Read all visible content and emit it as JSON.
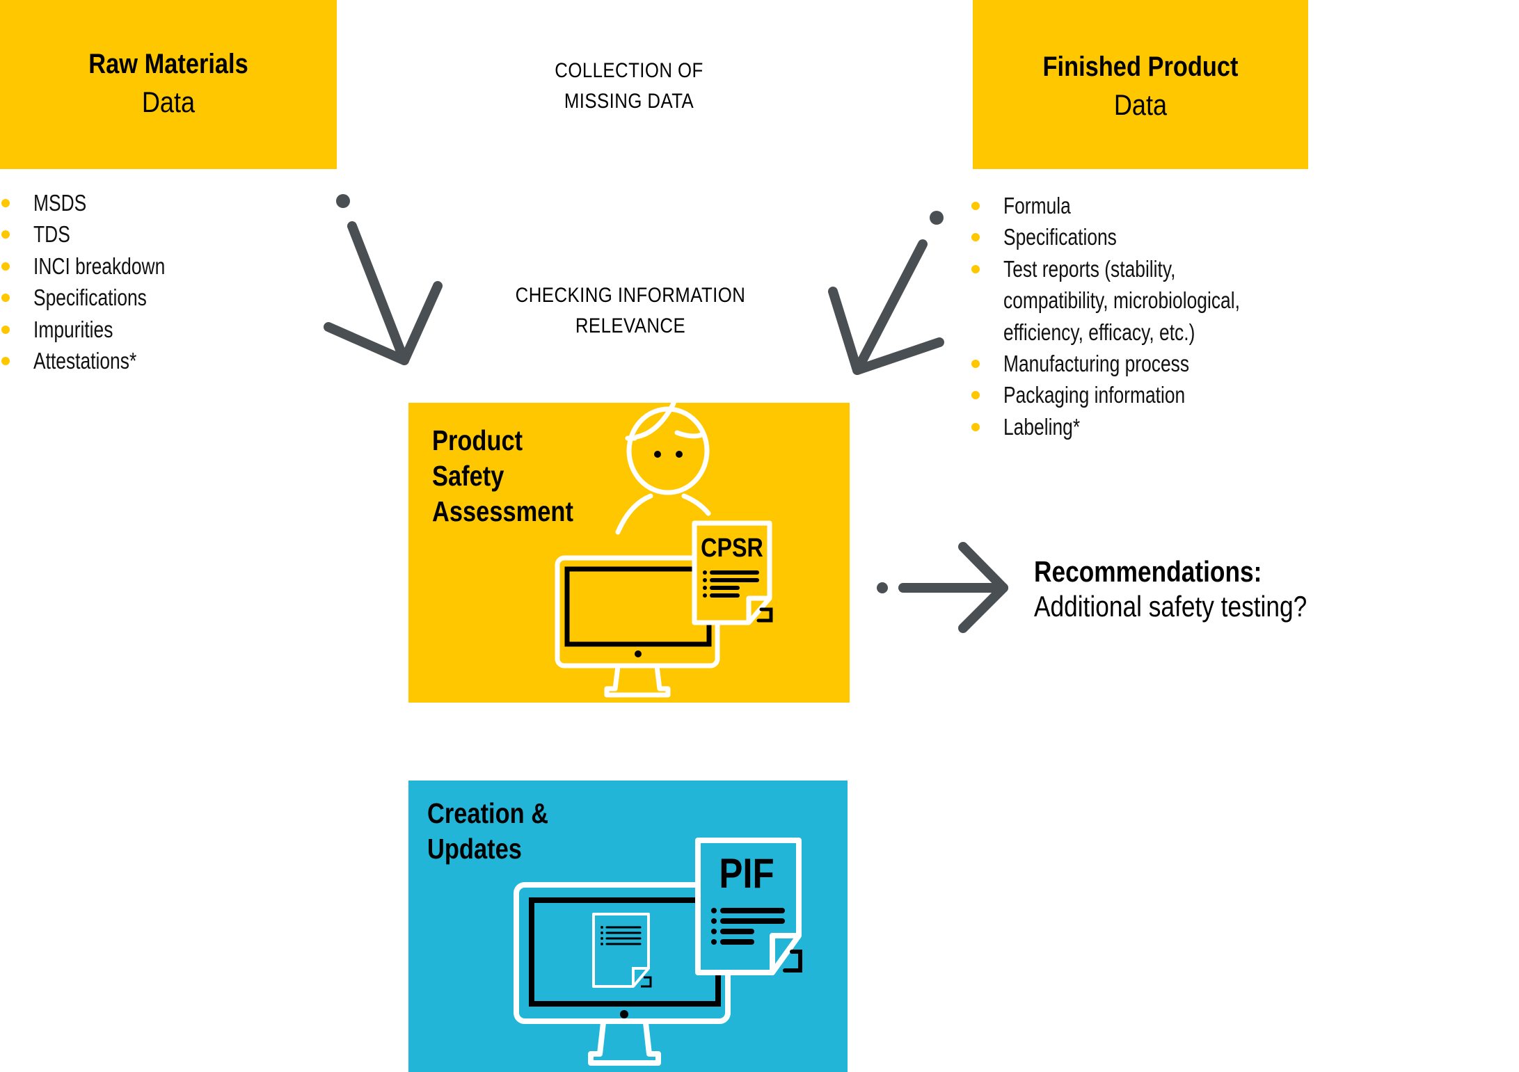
{
  "colors": {
    "yellow": "#FFC700",
    "blue": "#23B5D8",
    "arrow": "#4A4F54",
    "text": "#000000",
    "icon_line": "#FFFFFF"
  },
  "raw_materials": {
    "title_bold": "Raw Materials",
    "title_regular": "Data",
    "items": [
      "MSDS",
      "TDS",
      "INCI breakdown",
      "Specifications",
      "Impurities",
      "Attestations*"
    ]
  },
  "finished_product": {
    "title_bold": "Finished Product",
    "title_regular": "Data",
    "items": [
      {
        "lines": [
          "Formula"
        ]
      },
      {
        "lines": [
          "Specifications"
        ]
      },
      {
        "lines": [
          "Test reports (stability,",
          "compatibility, microbiological,",
          "efficiency, efficacy, etc.)"
        ]
      },
      {
        "lines": [
          "Manufacturing process"
        ]
      },
      {
        "lines": [
          "Packaging information"
        ]
      },
      {
        "lines": [
          "Labeling*"
        ]
      }
    ]
  },
  "center_labels": {
    "collection": [
      "COLLECTION OF",
      "MISSING DATA"
    ],
    "checking": [
      "CHECKING INFORMATION",
      "RELEVANCE"
    ]
  },
  "safety_assessment": {
    "title_lines": [
      "Product",
      "Safety",
      "Assessment"
    ],
    "doc_label": "CPSR",
    "icons": [
      "person-icon",
      "monitor-icon",
      "document-icon"
    ]
  },
  "recommendations": {
    "title": "Recommendations:",
    "text": "Additional safety testing?"
  },
  "creation_updates": {
    "title_lines": [
      "Creation &",
      "Updates"
    ],
    "doc_label": "PIF",
    "icons": [
      "monitor-icon",
      "document-icon"
    ]
  },
  "arrows": [
    {
      "name": "arrow-raw-to-assessment",
      "direction": "down-right"
    },
    {
      "name": "arrow-finished-to-assessment",
      "direction": "down-left"
    },
    {
      "name": "arrow-assessment-to-recommendations",
      "direction": "right"
    }
  ]
}
